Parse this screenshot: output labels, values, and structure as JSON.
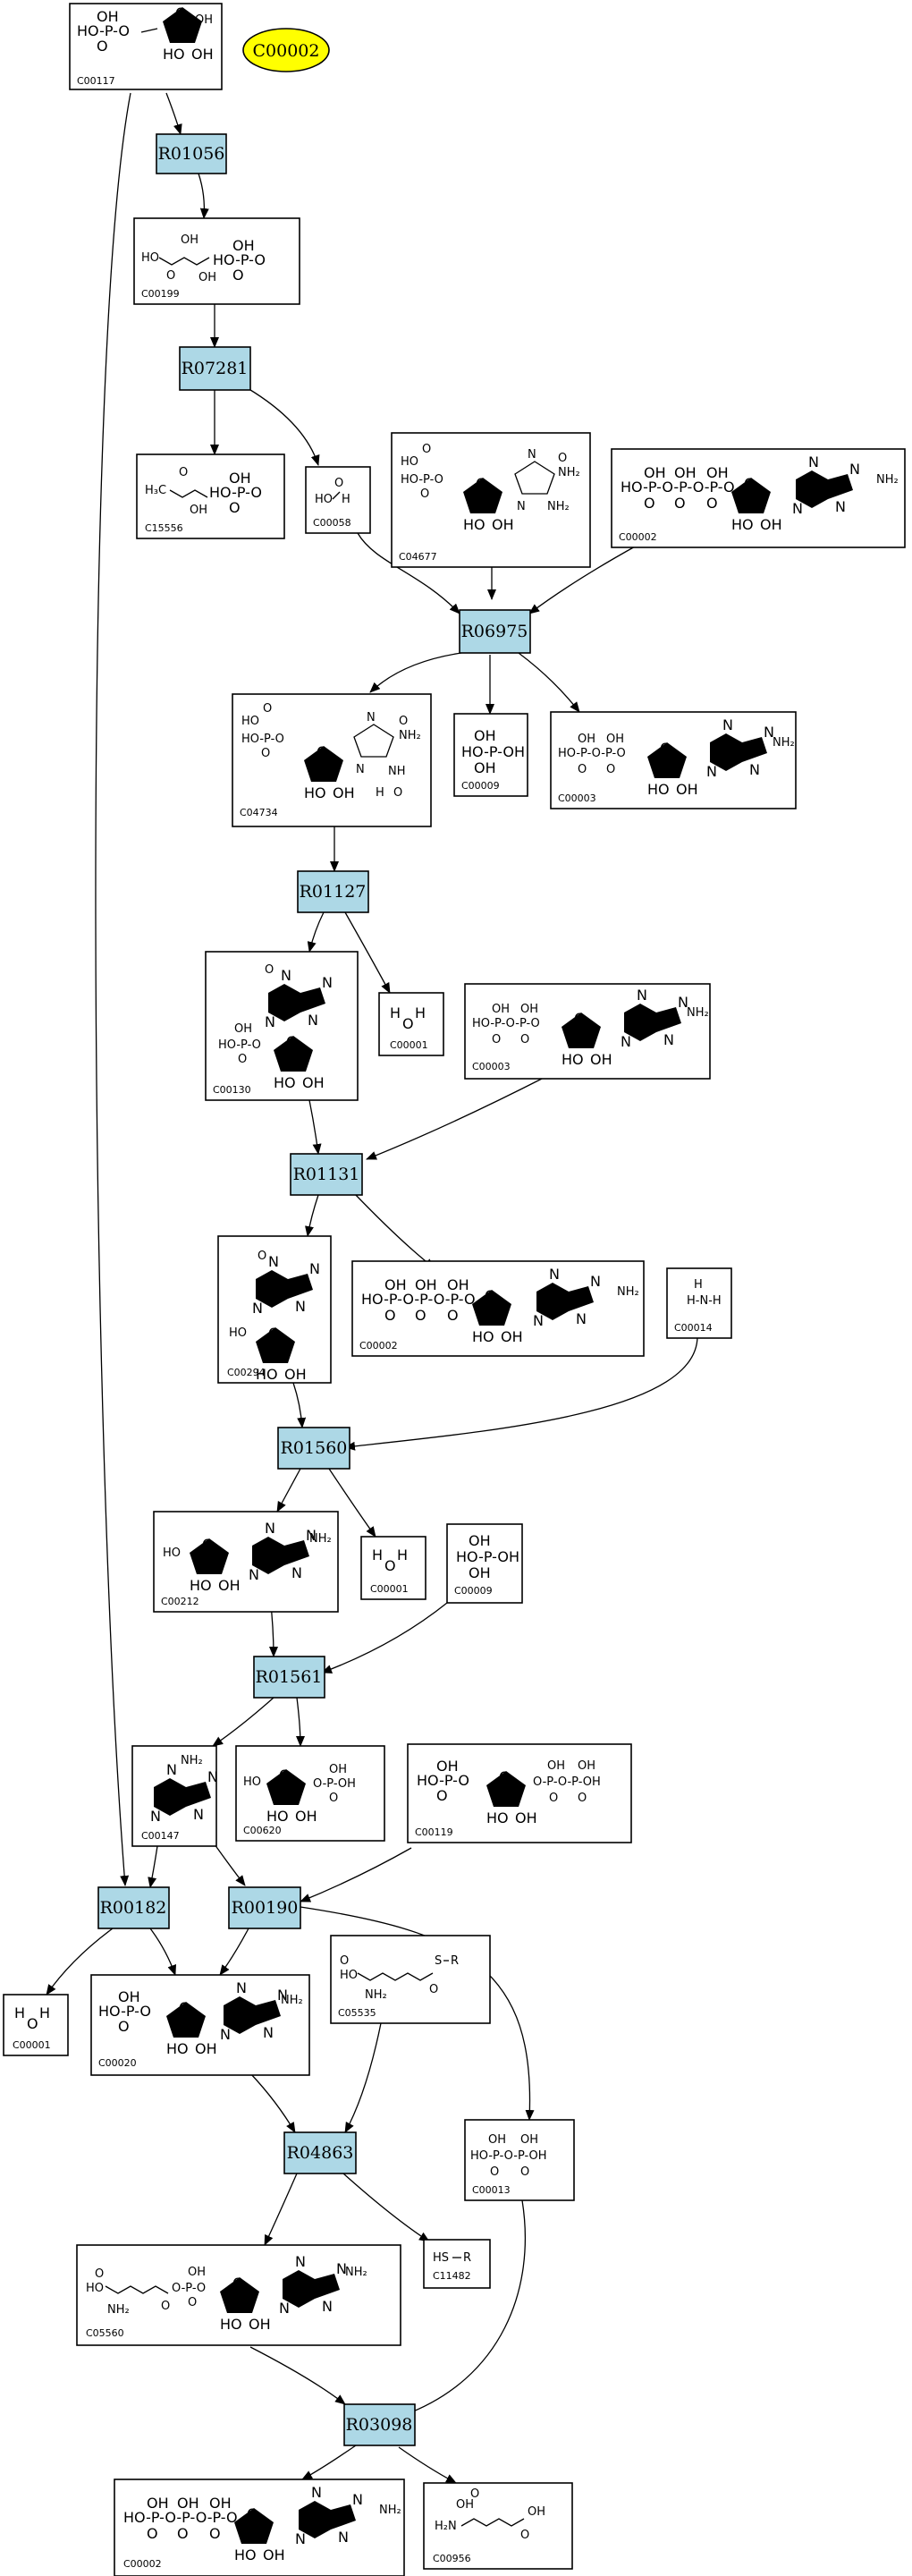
{
  "title": "C00002",
  "reactions": {
    "R01056": "R01056",
    "R07281": "R07281",
    "R06975": "R06975",
    "R01127": "R01127",
    "R01131": "R01131",
    "R01560": "R01560",
    "R01561": "R01561",
    "R00182": "R00182",
    "R00190": "R00190",
    "R04863": "R04863",
    "R03098": "R03098"
  },
  "compounds": {
    "n01": "C00117",
    "n02": "C00199",
    "n03": "C15556",
    "n04": "C00058",
    "n05": "C04677",
    "n06": "C00002",
    "n07": "C04734",
    "n08": "C00009",
    "n09": "C00003",
    "n10": "C00130",
    "n11": "C00001",
    "n12": "C00003",
    "n13": "C00294",
    "n14": "C00002",
    "n15": "C00014",
    "n16": "C00212",
    "n17": "C00001",
    "n18": "C00009",
    "n19": "C00147",
    "n20": "C00620",
    "n21": "C00119",
    "n22": "C00001",
    "n23": "C00020",
    "n24": "C05535",
    "n25": "C00013",
    "n26": "C05560",
    "n27": "C11482",
    "n28": "C00002",
    "n29": "C00956"
  },
  "colors": {
    "reaction_fill": "#add8e6",
    "highlight_fill": "#ffff00"
  }
}
